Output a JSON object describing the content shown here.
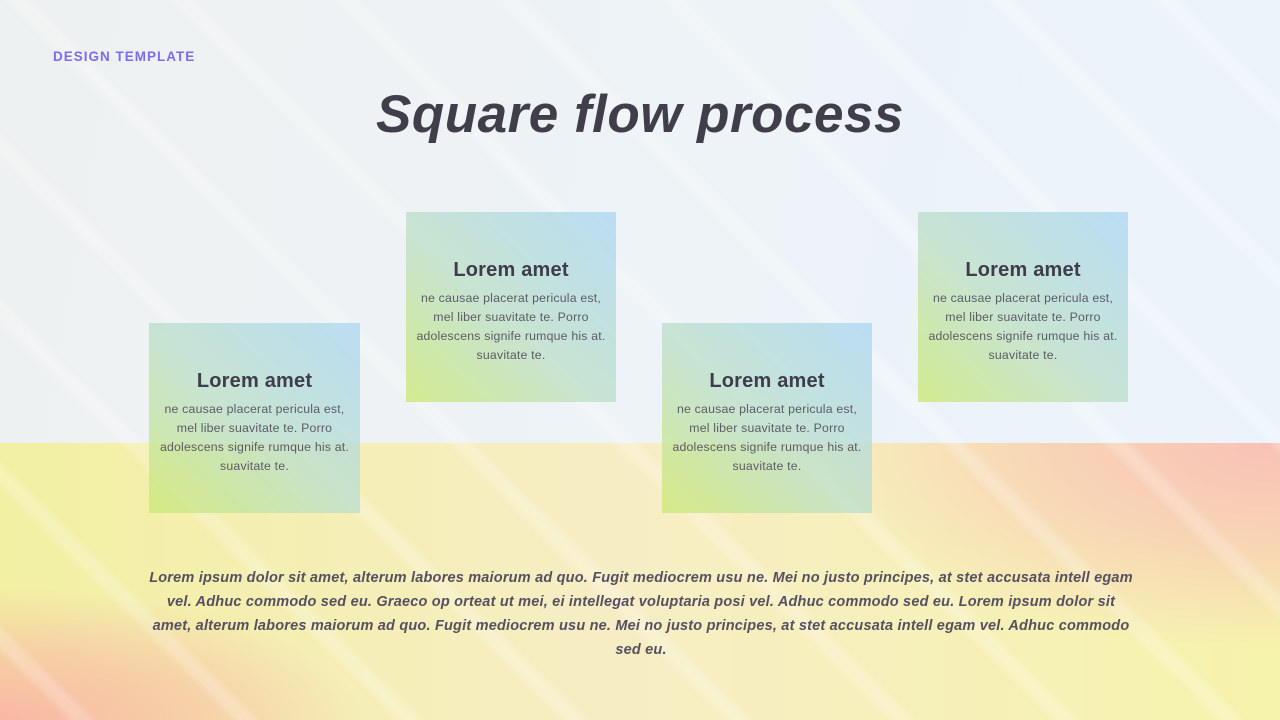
{
  "slide": {
    "eyebrow": "DESIGN TEMPLATE",
    "title": "Square flow process",
    "footer_paragraph": "Lorem ipsum dolor sit amet, alterum labores maiorum ad quo. Fugit mediocrem usu ne. Mei no justo principes, at stet accusata intell egam vel. Adhuc commodo sed eu. Graeco op orteat ut mei, ei intellegat voluptaria posi vel. Adhuc commodo sed eu. Lorem ipsum dolor sit amet, alterum labores maiorum ad quo. Fugit mediocrem usu ne. Mei no justo principes, at stet accusata intell egam vel. Adhuc commodo sed eu."
  },
  "cards": [
    {
      "step": 1,
      "row": "lower",
      "title": "Lorem amet",
      "body": "ne causae placerat pericula est, mel liber suavitate te. Porro adolescens signife rumque his at. suavitate te."
    },
    {
      "step": 2,
      "row": "upper",
      "title": "Lorem amet",
      "body": "ne causae placerat pericula est, mel liber suavitate te. Porro adolescens signife rumque his at. suavitate te."
    },
    {
      "step": 3,
      "row": "lower",
      "title": "Lorem amet",
      "body": "ne causae placerat pericula est, mel liber suavitate te. Porro adolescens signife rumque his at. suavitate te."
    },
    {
      "step": 4,
      "row": "upper",
      "title": "Lorem amet",
      "body": "ne causae placerat pericula est, mel liber suavitate te. Porro adolescens signife rumque his at. suavitate te."
    }
  ],
  "colors": {
    "accent_purple": "#7E6BF0",
    "title_text": "#403E4A",
    "card_title_text": "#3E3D49",
    "card_body_text": "#5C5B66",
    "footer_text": "#565061",
    "card_gradient_green": "#CDE978",
    "card_gradient_blue": "#AED8F3",
    "background_top": "#EDF2F6",
    "band_yellow": "#F2F0A2",
    "band_cream": "#F7EDC5",
    "band_pink": "#F9BEB8"
  }
}
